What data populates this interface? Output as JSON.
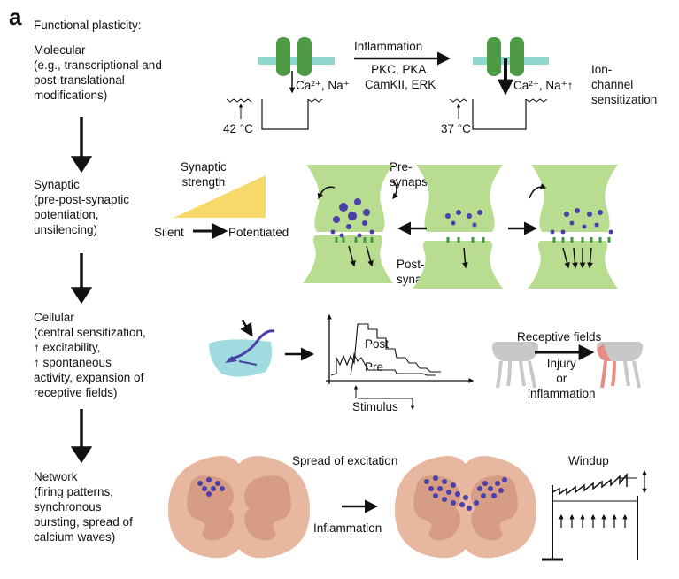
{
  "panel_label": "a",
  "colors": {
    "synapse_green": "#b8dc90",
    "synapse_stroke": "#7fb85a",
    "vesicle": "#4b3fa8",
    "receptor": "#3f9a3f",
    "cord": "#e7b7a0",
    "gray_matter": "#d79c85",
    "membrane": "#8fd6cf",
    "wedge": "#f7d96a",
    "neuron_blue": "#9fdbe0",
    "rf_gray": "#c8c8c8",
    "rf_red": "#e78c86"
  },
  "levels": {
    "title": "Functional plasticity:",
    "molecular": "Molecular\n(e.g., transcriptional and\npost-translational\nmodifications)",
    "synaptic": "Synaptic\n(pre-post-synaptic\npotentiation,\nunsilencing)",
    "cellular": "Cellular\n(central sensitization,\n↑ excitability,\n↑ spontaneous\nactivity, expansion of\nreceptive fields)",
    "network": "Network\n(firing patterns,\nsynchronous\nbursting, spread of\ncalcium waves)"
  },
  "molecular_panel": {
    "inflammation": "Inflammation",
    "kinases": "PKC, PKA,\nCamKII, ERK",
    "ions_left": "Ca²⁺, Na⁺",
    "ions_right": "Ca²⁺, Na⁺↑",
    "temp_left": "42 °C",
    "temp_right": "37 °C",
    "sensitization": "Ion-\nchannel\nsensitization"
  },
  "synaptic_panel": {
    "strength": "Synaptic\nstrength",
    "silent": "Silent",
    "potentiated": "Potentiated",
    "presynapse": "Pre-\nsynapse",
    "postsynapse": "Post-\nsynapse"
  },
  "cellular_panel": {
    "post": "Post",
    "pre": "Pre",
    "stimulus": "Stimulus",
    "receptive_fields": "Receptive fields",
    "injury": "Injury\nor\ninflammation"
  },
  "network_panel": {
    "spread": "Spread of excitation",
    "inflammation": "Inflammation",
    "windup": "Windup"
  }
}
